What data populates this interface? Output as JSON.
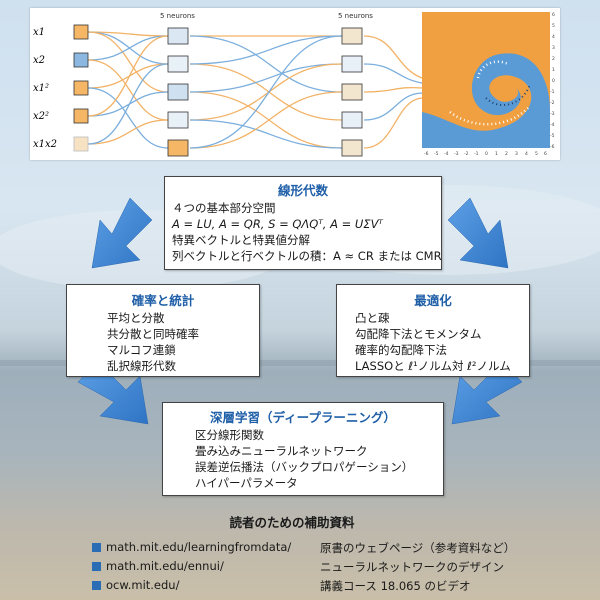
{
  "network": {
    "layer1_label": "5 neurons",
    "layer2_label": "5 neurons",
    "inputs": [
      "x1",
      "x2",
      "x1²",
      "x2²",
      "x1x2"
    ],
    "x_ticks": [
      "-6",
      "-5",
      "-4",
      "-3",
      "-2",
      "-1",
      "0",
      "1",
      "2",
      "3",
      "4",
      "5",
      "6"
    ],
    "y_ticks": [
      "6",
      "5",
      "4",
      "3",
      "2",
      "1",
      "0",
      "-1",
      "-2",
      "-3",
      "-4",
      "-5",
      "-6"
    ]
  },
  "linear": {
    "title": "線形代数",
    "lines": [
      "４つの基本部分空間",
      "A = LU, A = QR, S = QΛQᵀ, A = UΣVᵀ",
      "特異ベクトルと特異値分解",
      "列ベクトルと行ベクトルの積：A ≈ CR または CMR"
    ]
  },
  "prob": {
    "title": "確率と統計",
    "lines": [
      "平均と分散",
      "共分散と同時確率",
      "マルコフ連鎖",
      "乱択線形代数"
    ]
  },
  "opt": {
    "title": "最適化",
    "lines": [
      "凸と疎",
      "勾配降下法とモメンタム",
      "確率的勾配降下法",
      "LASSOと ℓ¹ノルム対 ℓ²ノルム"
    ]
  },
  "deep": {
    "title": "深層学習（ディープラーニング）",
    "lines": [
      "区分線形関数",
      "畳み込みニューラルネットワーク",
      "誤差逆伝播法（バックプロパゲーション）",
      "ハイパーパラメータ"
    ]
  },
  "resources": {
    "title": "読者のための補助資料",
    "items": [
      {
        "url": "math.mit.edu/learningfromdata/",
        "desc": "原書のウェブページ（参考資料など）"
      },
      {
        "url": "math.mit.edu/ennui/",
        "desc": "ニューラルネットワークのデザイン"
      },
      {
        "url": "ocw.mit.edu/",
        "desc": "講義コース 18.065 のビデオ"
      }
    ]
  },
  "colors": {
    "accent": "#1f5fa8",
    "orange": "#f0a040",
    "blue": "#5b9bd5",
    "arrow": "#4a8fd8"
  }
}
